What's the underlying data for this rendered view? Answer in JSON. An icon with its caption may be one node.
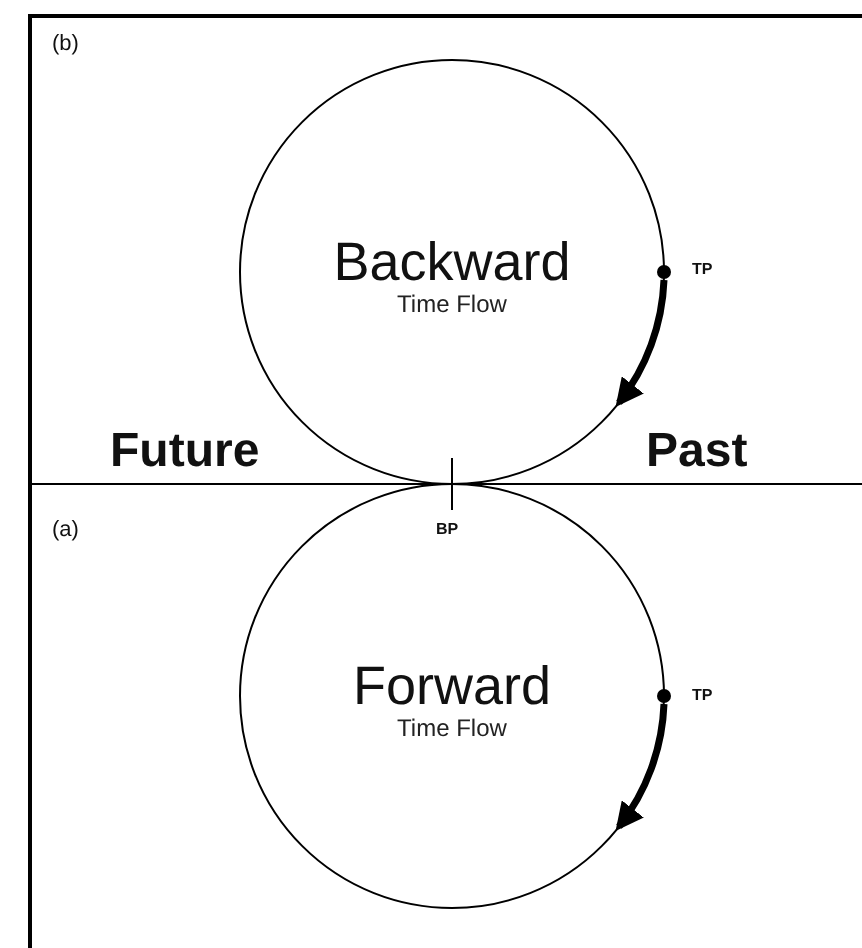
{
  "diagram": {
    "nodes": [
      {
        "text": [
          "Backward",
          "Time Flow"
        ]
      },
      {
        "text": [
          "Forward",
          "Time Flow"
        ]
      }
    ],
    "labels": [
      "(b)",
      "TP",
      "Future",
      "Past",
      "(a)",
      "BP",
      "TP"
    ]
  }
}
